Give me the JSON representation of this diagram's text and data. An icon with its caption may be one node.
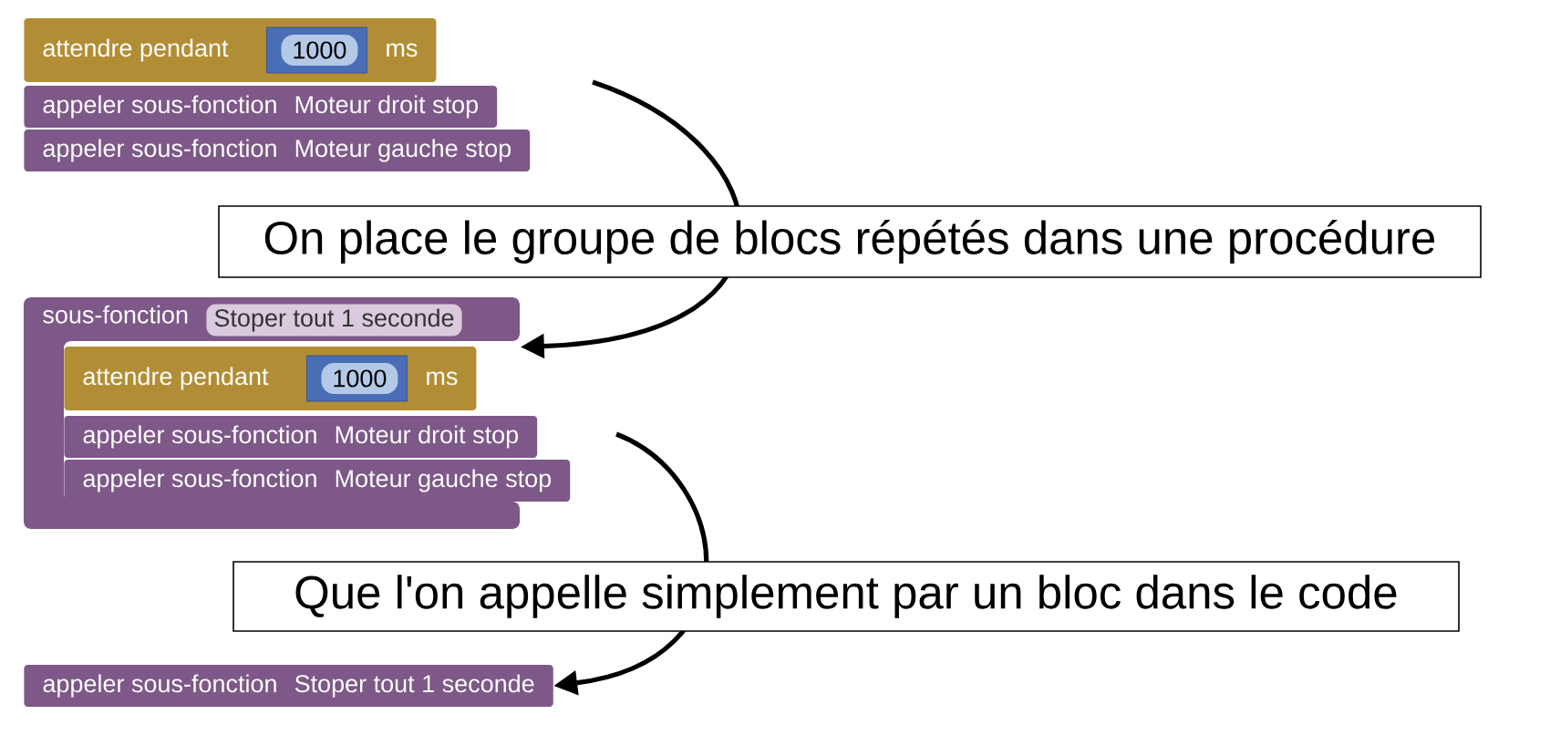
{
  "diagram": {
    "nodes": [
      {
        "text": [
          "attendre pendant",
          "ms"
        ]
      },
      {
        "text": [
          "1000"
        ],
        "in": 0
      },
      {
        "text": [
          "appeler sous-fonction",
          "Moteur droit stop"
        ]
      },
      {
        "text": [
          "appeler sous-fonction",
          "Moteur gauche stop"
        ]
      },
      {
        "text": [
          "On place le groupe de blocs répétés dans une procédure"
        ]
      },
      {
        "text": [
          "sous-fonction"
        ]
      },
      {
        "text": [
          "Stoper tout 1 seconde"
        ],
        "in": 5
      },
      {
        "text": [
          "attendre pendant",
          "ms"
        ],
        "in": 5
      },
      {
        "text": [
          "1000"
        ],
        "in": 7
      },
      {
        "text": [
          "appeler sous-fonction",
          "Moteur droit stop"
        ],
        "in": 5
      },
      {
        "text": [
          "appeler sous-fonction",
          "Moteur gauche stop"
        ],
        "in": 5
      },
      {
        "text": [
          "Que l'on appelle simplement par un bloc dans le code"
        ]
      },
      {
        "text": [
          "appeler sous-fonction",
          "Stoper tout 1 seconde"
        ]
      }
    ],
    "edges": [
      {
        "from": null,
        "to": 5,
        "arrow": "to"
      },
      {
        "from": null,
        "to": 12,
        "arrow": "to"
      }
    ]
  }
}
